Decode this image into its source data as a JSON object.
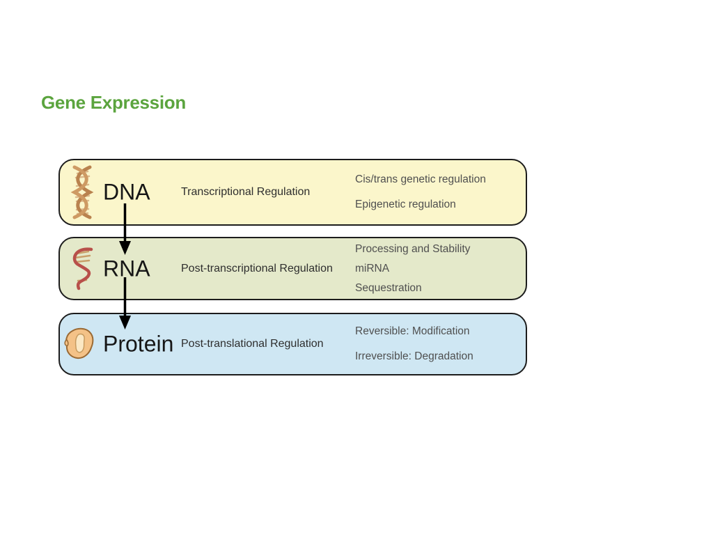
{
  "title": "Gene Expression",
  "colors": {
    "title": "#5BA43E",
    "dna_box_fill": "#FBF6CB",
    "rna_box_fill": "#E4E9CA",
    "protein_box_fill": "#CFE7F3",
    "box_border": "#1C1C1C",
    "arrow": "#000000",
    "regulation_text": "#2E2E2E",
    "mechanism_text": "#4F4F4F"
  },
  "rows": [
    {
      "molecule": "DNA",
      "regulation": "Transcriptional Regulation",
      "icon": "dna-double-helix-icon",
      "mechanisms": [
        "Cis/trans genetic regulation",
        "Epigenetic regulation"
      ]
    },
    {
      "molecule": "RNA",
      "regulation": "Post-transcriptional Regulation",
      "icon": "rna-hairpin-icon",
      "mechanisms": [
        "Processing and Stability",
        "miRNA",
        "Sequestration"
      ]
    },
    {
      "molecule": "Protein",
      "regulation": "Post-translational Regulation",
      "icon": "protein-blob-icon",
      "mechanisms": [
        "Reversible: Modification",
        "Irreversible: Degradation"
      ]
    }
  ]
}
